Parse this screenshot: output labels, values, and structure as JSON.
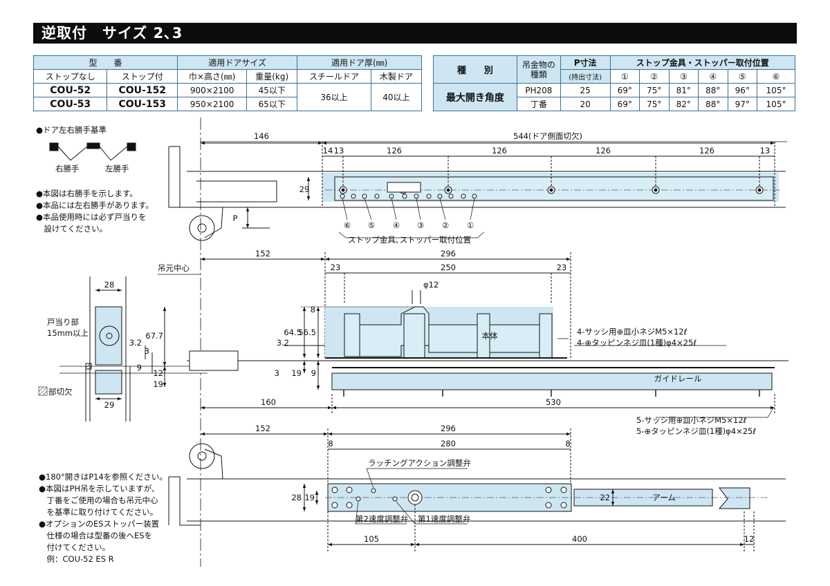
{
  "title": "逆取付　サイズ 2､3",
  "table1": {
    "h_model": "型　　番",
    "h_size": "適用ドアサイズ",
    "h_thick": "適用ドア厚(㎜)",
    "h_nostop": "ストップなし",
    "h_stop": "ストップ付",
    "h_wh": "巾×高さ(㎜)",
    "h_weight": "重量(kg)",
    "h_steel": "スチールドア",
    "h_wood": "木製ドア",
    "rows": [
      {
        "nostop": "COU-52",
        "stop": "COU-152",
        "wh": "900×2100",
        "weight": "45以下"
      },
      {
        "nostop": "COU-53",
        "stop": "COU-153",
        "wh": "950×2100",
        "weight": "65以下"
      }
    ],
    "steel": "36以上",
    "wood": "40以上"
  },
  "table2": {
    "h_kind": "種　　別",
    "h_hanger": "吊金物の種類",
    "h_p": "P寸法",
    "h_p_sub": "(持出寸法)",
    "h_pos": "ストップ金具・ストッパー取付位置",
    "pos_cols": [
      "①",
      "②",
      "③",
      "④",
      "⑤",
      "⑥"
    ],
    "row_label": "最大開き角度",
    "rows": [
      {
        "hanger": "PH208",
        "p": "25",
        "vals": [
          "69°",
          "75°",
          "81°",
          "88°",
          "96°",
          "105°"
        ]
      },
      {
        "hanger": "丁番",
        "p": "20",
        "vals": [
          "69°",
          "75°",
          "82°",
          "88°",
          "97°",
          "105°"
        ]
      }
    ]
  },
  "notes_top": {
    "hand_title": "●ドア左右勝手基準",
    "right_hand": "右勝手",
    "left_hand": "左勝手",
    "lines": [
      "●本図は右勝手を示します。",
      "●本品には左右勝手があります。",
      "●本品使用時には必ず戸当りを",
      "　設けてください。"
    ]
  },
  "notes_bottom": [
    "●180°開きはP14を参照ください。",
    "●本図はPH吊を示していますが、",
    "　丁番をご使用の場合も吊元中心",
    "　を基準に取り付けてください。",
    "●オプションのESストッパー装置",
    "　仕様の場合は型番の後へESを",
    "　付けてください。",
    "　例：COU-52 ES R"
  ],
  "top_view": {
    "dims": {
      "d146": "146",
      "d544": "544(ドア側面切欠)",
      "d14": "14",
      "d13a": "13",
      "d13b": "13",
      "d126": "126",
      "d29": "29",
      "p": "P"
    },
    "positions": [
      "⑥",
      "⑤",
      "④",
      "③",
      "②",
      "①"
    ],
    "positions_caption": "ストップ金具､ストッパー取付位置"
  },
  "side_view": {
    "pivot_center": "吊元中心",
    "dims": {
      "d152": "152",
      "d296": "296",
      "d23": "23",
      "d250": "250",
      "phi12": "φ12",
      "d8": "8",
      "d645": "64.5",
      "d565": "56.5",
      "d32": "3.2",
      "d19": "19",
      "d9": "9",
      "d3": "3",
      "d160": "160",
      "d530": "530",
      "d28": "28",
      "d677": "67.7",
      "d12": "12",
      "d29": "29"
    },
    "body_label": "本体",
    "rail_label": "ガイドレール",
    "stop_part": "戸当り部",
    "stop_part2": "15mm以上",
    "cutout": "部切欠",
    "screw1a": "4-サッシ用⊕皿小ネジM5×12ℓ",
    "screw1b": "4-⊕タッピンネジ皿(1種)φ4×25ℓ",
    "screw2a": "5-サッシ用⊕皿小ネジM5×12ℓ",
    "screw2b": "5-⊕タッピンネジ皿(1種)φ4×25ℓ"
  },
  "bottom_view": {
    "dims": {
      "d152": "152",
      "d296": "296",
      "d8": "8",
      "d280": "280",
      "d28": "28",
      "d19": "19",
      "d22": "22",
      "d105": "105",
      "d400": "400",
      "d12": "12"
    },
    "latch": "ラッチングアクション調整弁",
    "speed2": "第2速度調整弁",
    "speed1": "第1速度調整弁",
    "arm": "アーム"
  },
  "colors": {
    "accent": "#cde6f2",
    "line": "#111111",
    "banner": "#0d0d0d"
  }
}
